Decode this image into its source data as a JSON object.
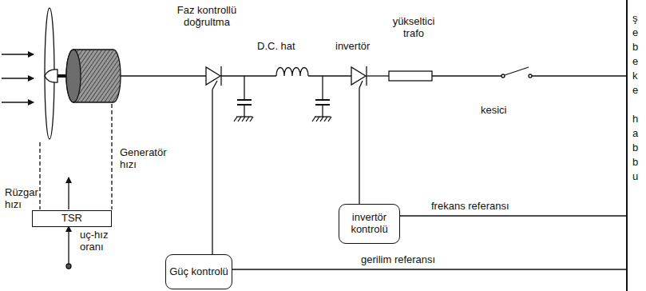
{
  "diagram": {
    "nodes": [
      {
        "text": [
          "TSR"
        ]
      },
      {
        "text": [
          "invertör kontrolü"
        ]
      },
      {
        "text": [
          "Güç kontrolü"
        ]
      }
    ],
    "labels": [
      "Faz kontrollü doğrultma",
      "D.C. hat",
      "invertör",
      "yükseltici trafo",
      "kesici",
      "Generatör hızı",
      "Rüzgar hızı",
      "uç-hız oranı",
      "frekans referansı",
      "gerilim referansı",
      "ş",
      "e",
      "b",
      "e",
      "k",
      "e",
      "h",
      "a",
      "b",
      "b",
      "u"
    ]
  }
}
